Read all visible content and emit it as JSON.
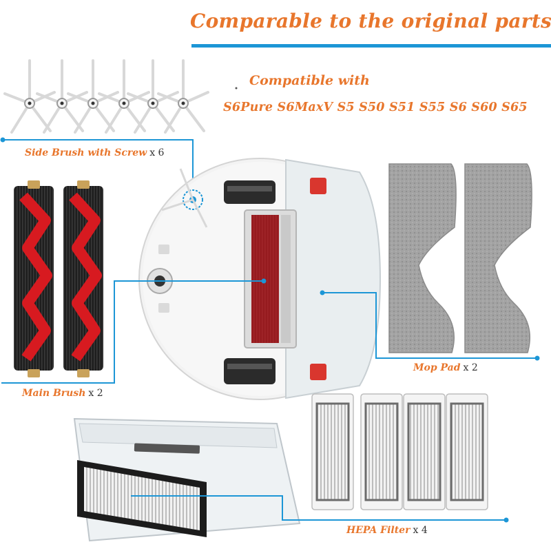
{
  "title": "Comparable to the original parts",
  "compatible": {
    "label": "Compatible with",
    "models": "S6Pure S6MaxV S5 S50 S51 S55 S6 S60 S65"
  },
  "parts": [
    {
      "name": "Side Brush with Screw",
      "qty": "x 6"
    },
    {
      "name": "Main Brush",
      "qty": "x 2"
    },
    {
      "name": "Mop Pad",
      "qty": "x 2"
    },
    {
      "name": "HEPA Filter",
      "qty": "x 4"
    }
  ],
  "colors": {
    "accent_orange": "#e8762c",
    "callout_blue": "#1c96d6",
    "brush_red": "#d71a20",
    "mop_gray": "#9a9a9a",
    "filter_gray": "#7d7d7d"
  }
}
